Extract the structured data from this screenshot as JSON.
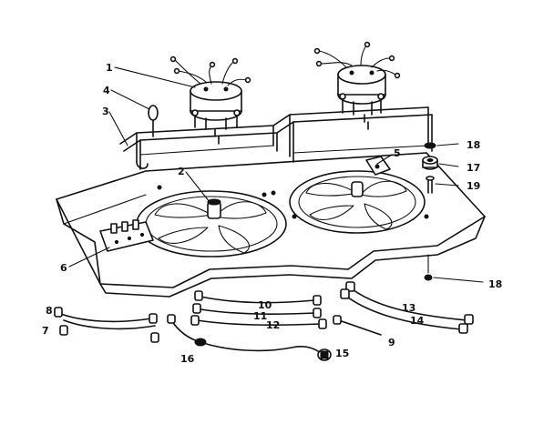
{
  "callouts": [
    {
      "id": "1",
      "text": "1"
    },
    {
      "id": "2",
      "text": "2"
    },
    {
      "id": "3",
      "text": "3"
    },
    {
      "id": "4",
      "text": "4"
    },
    {
      "id": "5",
      "text": "5"
    },
    {
      "id": "6",
      "text": "6"
    },
    {
      "id": "7",
      "text": "7"
    },
    {
      "id": "8",
      "text": "8"
    },
    {
      "id": "9",
      "text": "9"
    },
    {
      "id": "10",
      "text": "10"
    },
    {
      "id": "11",
      "text": "11"
    },
    {
      "id": "12",
      "text": "12"
    },
    {
      "id": "13",
      "text": "13"
    },
    {
      "id": "14",
      "text": "14"
    },
    {
      "id": "15",
      "text": "15"
    },
    {
      "id": "16",
      "text": "16"
    },
    {
      "id": "17",
      "text": "17"
    },
    {
      "id": "18a",
      "text": "18"
    },
    {
      "id": "18b",
      "text": "18"
    },
    {
      "id": "19",
      "text": "19"
    }
  ]
}
